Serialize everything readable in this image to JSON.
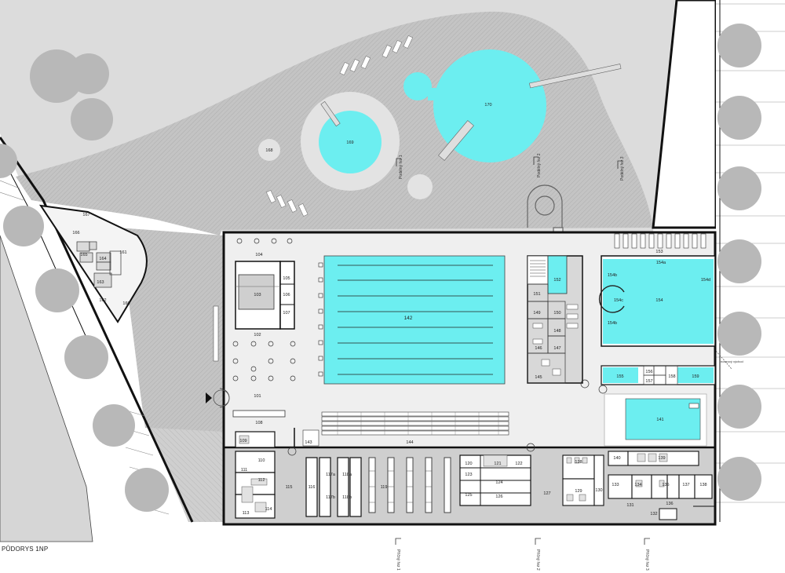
{
  "title": "PŮDORYS 1NP",
  "colors": {
    "water": "#6ceef0",
    "paving": "#bdbdbd",
    "lawn": "#dcdcdc",
    "hall_floor": "#efefef",
    "wet_floor": "#cfcfcf",
    "tree": "#b8b8b8",
    "wall": "#111111"
  },
  "sections": [
    {
      "label": "Příčný řez 1"
    },
    {
      "label": "Příčný řez 2"
    },
    {
      "label": "Příčný řez 3"
    },
    {
      "label": "Podélný řez 1"
    },
    {
      "label": "Podélný řez 2"
    },
    {
      "label": "Podélný řez 3"
    }
  ],
  "rooms": {
    "r101": "101",
    "r102": "102",
    "r103": "103",
    "r104": "104",
    "r105": "105",
    "r106": "106",
    "r107": "107",
    "r108": "108",
    "r109": "109",
    "r110": "110",
    "r111": "111",
    "r112": "112",
    "r113": "113",
    "r114": "114",
    "r115": "115",
    "r116": "116",
    "r117a": "117a",
    "r117b": "117b",
    "r118a": "118a",
    "r118b": "118b",
    "r119": "119",
    "r120": "120",
    "r121": "121",
    "r122": "122",
    "r123": "123",
    "r124": "124",
    "r125": "125",
    "r126": "126",
    "r127": "127",
    "r128": "128",
    "r129": "129",
    "r130": "130",
    "r131": "131",
    "r132": "132",
    "r133": "133",
    "r134": "134",
    "r135": "135",
    "r136": "136",
    "r137": "137",
    "r138": "138",
    "r139": "139",
    "r140": "140",
    "r141": "141",
    "r142": "142",
    "r143": "143",
    "r144": "144",
    "r145": "145",
    "r146": "146",
    "r147": "147",
    "r148": "148",
    "r149": "149",
    "r150": "150",
    "r151": "151",
    "r152": "152",
    "r153": "153",
    "r154": "154",
    "r154a": "154a",
    "r154b1": "154b",
    "r154b2": "154b",
    "r154c": "154c",
    "r154d": "154d",
    "r155": "155",
    "r156": "156",
    "r157": "157",
    "r158": "158",
    "r159": "159",
    "r160": "160",
    "r161": "161",
    "r162": "162",
    "r163": "163",
    "r164": "164",
    "r165": "165",
    "r166": "166",
    "r167": "167",
    "r168": "168",
    "r169": "169",
    "r170": "170"
  },
  "annotation": "nouzový východ"
}
